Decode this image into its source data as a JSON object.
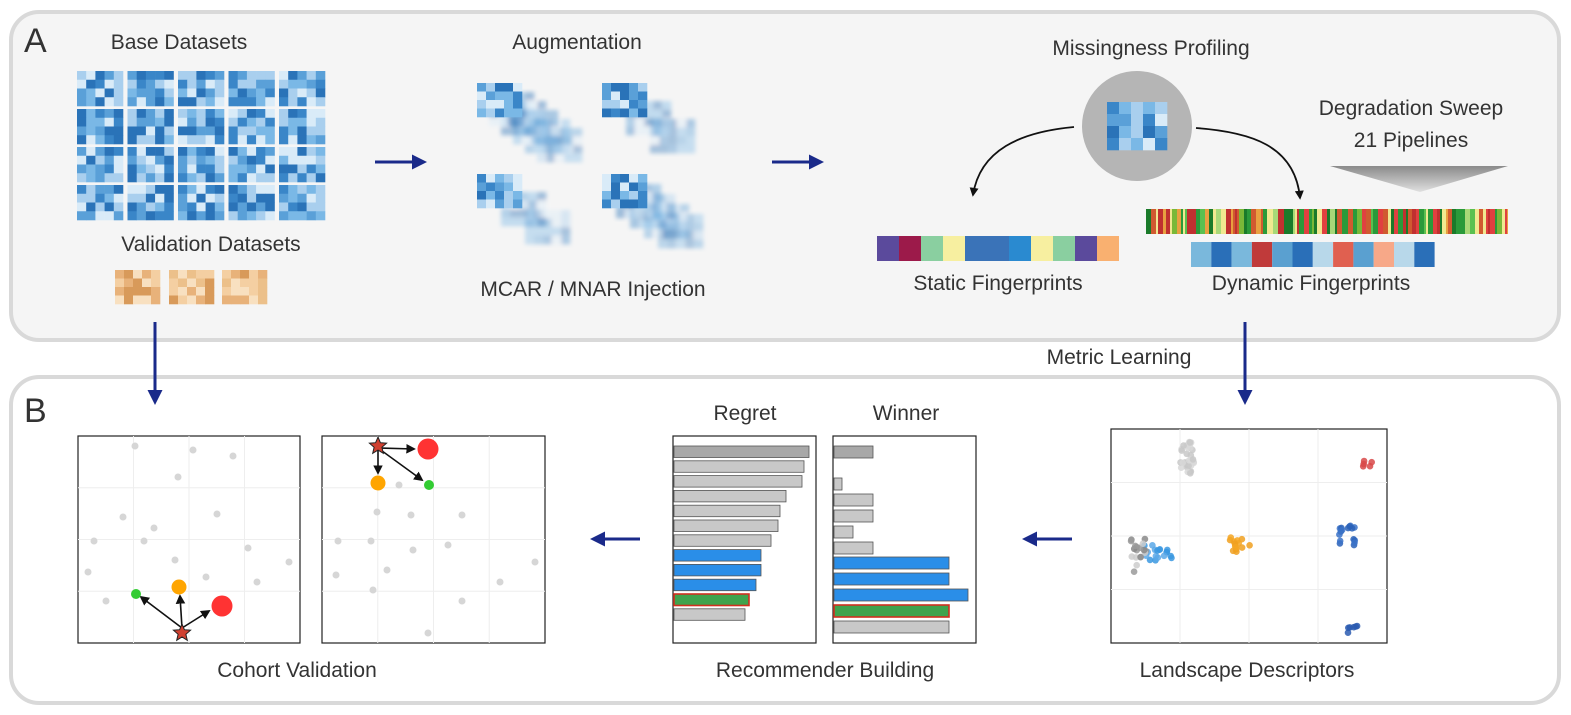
{
  "panel_a": {
    "letter": "A",
    "base_datasets": "Base Datasets",
    "validation_datasets": "Validation Datasets",
    "augmentation": "Augmentation",
    "injection": "MCAR / MNAR Injection",
    "missingness_profiling": "Missingness Profiling",
    "degradation_sweep_line1": "Degradation Sweep",
    "degradation_sweep_line2": "21 Pipelines",
    "static_fingerprints": "Static Fingerprints",
    "dynamic_fingerprints": "Dynamic Fingerprints"
  },
  "metric_learning": "Metric Learning",
  "panel_b": {
    "letter": "B",
    "regret": "Regret",
    "winner": "Winner",
    "cohort_validation": "Cohort Validation",
    "recommender_building": "Recommender Building",
    "landscape_descriptors": "Landscape Descriptors"
  },
  "colors": {
    "arrow": "#1a2a8a",
    "bar_gray": "#c8c8c8",
    "bar_blue": "#2a8ee8",
    "bar_green": "#3fa34d",
    "bar_highlight_border": "#d03020",
    "dot_red": "#ff3333",
    "dot_orange": "#ffa500",
    "dot_green": "#33cc33",
    "star": "#d04030"
  },
  "static_fingerprint_colors": [
    "#5b4a9c",
    "#9c1a4a",
    "#8acfa0",
    "#f7efa0",
    "#3a73b8",
    "#3a73b8",
    "#2a8ad0",
    "#f7efa0",
    "#8acfa0",
    "#5b4a9c",
    "#f9b070"
  ],
  "dynamic_fingerprint_colors": [
    "#7ab8dc",
    "#2a6fb8",
    "#7ab8dc",
    "#c03a3a",
    "#5aa0d0",
    "#2a6fb8",
    "#b8d8ea",
    "#e06050",
    "#5aa0d0",
    "#f7a888",
    "#b8d8ea",
    "#2a6fb8"
  ]
}
